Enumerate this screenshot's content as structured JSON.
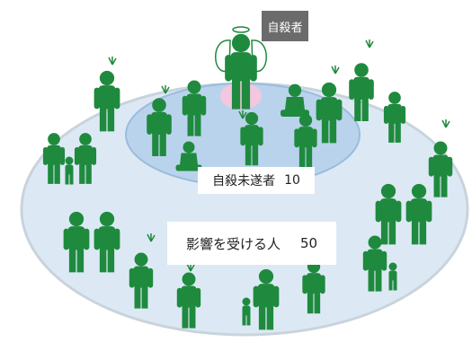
{
  "labels": {
    "top": "自殺者",
    "inner": {
      "text": "自殺未遂者",
      "count": "10"
    },
    "outer": {
      "text": "影響を受ける人",
      "count": "50"
    }
  },
  "colors": {
    "outer_ring": "#dce9f5",
    "outer_ring_stroke": "#c9d3dc",
    "inner_ring": "#bad3ec",
    "inner_ring_stroke": "#9bbcdc",
    "center_halo": "#f3c7df",
    "figure": "#1f8a3e",
    "top_label_bg": "#6b6b6b"
  },
  "icons": [
    "person-figure-icon",
    "angel-figure-icon",
    "couple-icon",
    "family-icon",
    "grief-symbol-icon"
  ]
}
